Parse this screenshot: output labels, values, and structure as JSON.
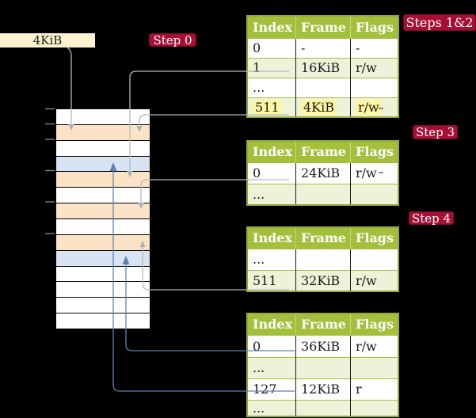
{
  "colors": {
    "background": "#000000",
    "badge_bg": "#a60f35",
    "badge_text": "#ffffff",
    "page_label_bg": "#fcf2cf",
    "table_header_bg": "#a2c03c",
    "table_shaded_row_bg": "#edf2d8",
    "highlight_yellow": "#fdf6a2",
    "frame_white": "#ffffff",
    "frame_pagetable_orange": "#fce3c5",
    "frame_data_blue": "#d8e4f3",
    "arrow_gray": "#b3b8bd",
    "arrow_gray_head": "#a9b2ba",
    "arrow_blue": "#5e81b5",
    "tick_gray": "#8a8a8a"
  },
  "page_size_label": "4KiB",
  "badges": {
    "step0": "Step 0",
    "steps12": "Steps 1&2",
    "step3": "Step 3",
    "step4": "Step 4"
  },
  "memory": {
    "frames": [
      {
        "type": "white"
      },
      {
        "type": "pagetable"
      },
      {
        "type": "white"
      },
      {
        "type": "data"
      },
      {
        "type": "pagetable"
      },
      {
        "type": "white"
      },
      {
        "type": "pagetable"
      },
      {
        "type": "white"
      },
      {
        "type": "pagetable"
      },
      {
        "type": "data"
      },
      {
        "type": "white"
      },
      {
        "type": "white"
      },
      {
        "type": "white"
      },
      {
        "type": "white"
      }
    ]
  },
  "tables": [
    {
      "name": "page-table-steps-1-2",
      "headers": [
        "Index",
        "Frame",
        "Flags"
      ],
      "rows": [
        {
          "cells": [
            "0",
            "-",
            "-"
          ],
          "shaded": false,
          "highlighted": false
        },
        {
          "cells": [
            "1",
            "16KiB",
            "r/w"
          ],
          "shaded": true,
          "highlighted": false
        },
        {
          "cells": [
            "...",
            "",
            ""
          ],
          "shaded": false,
          "highlighted": false
        },
        {
          "cells": [
            "511",
            "4KiB",
            "r/w"
          ],
          "shaded": true,
          "highlighted": true
        }
      ]
    },
    {
      "name": "page-table-step-3",
      "headers": [
        "Index",
        "Frame",
        "Flags"
      ],
      "rows": [
        {
          "cells": [
            "0",
            "24KiB",
            "r/w"
          ],
          "shaded": false,
          "highlighted": false
        },
        {
          "cells": [
            "...",
            "",
            ""
          ],
          "shaded": true,
          "highlighted": false
        }
      ]
    },
    {
      "name": "page-table-step-4",
      "headers": [
        "Index",
        "Frame",
        "Flags"
      ],
      "rows": [
        {
          "cells": [
            "...",
            "",
            ""
          ],
          "shaded": false,
          "highlighted": false
        },
        {
          "cells": [
            "511",
            "32KiB",
            "r/w"
          ],
          "shaded": true,
          "highlighted": false
        }
      ]
    },
    {
      "name": "page-table-final",
      "headers": [
        "Index",
        "Frame",
        "Flags"
      ],
      "rows": [
        {
          "cells": [
            "0",
            "36KiB",
            "r/w"
          ],
          "shaded": false,
          "highlighted": false
        },
        {
          "cells": [
            "...",
            "",
            ""
          ],
          "shaded": true,
          "highlighted": false
        },
        {
          "cells": [
            "127",
            "12KiB",
            "r"
          ],
          "shaded": false,
          "highlighted": false
        },
        {
          "cells": [
            "...",
            "",
            ""
          ],
          "shaded": true,
          "highlighted": false
        }
      ]
    }
  ],
  "arrows": [
    {
      "name": "arrow-4kib-label-to-frame-4kib",
      "color_key": "arrow_gray"
    },
    {
      "name": "arrow-index1-to-frame-16kib",
      "color_key": "arrow_gray"
    },
    {
      "name": "arrow-index511-to-frame-4kib",
      "color_key": "arrow_gray"
    },
    {
      "name": "arrow-index0-to-frame-24kib",
      "color_key": "arrow_gray"
    },
    {
      "name": "arrow-index511-to-frame-32kib",
      "color_key": "arrow_gray"
    },
    {
      "name": "arrow-index0-to-frame-36kib",
      "color_key": "arrow_blue"
    },
    {
      "name": "arrow-index127-to-frame-12kib",
      "color_key": "arrow_blue"
    }
  ]
}
